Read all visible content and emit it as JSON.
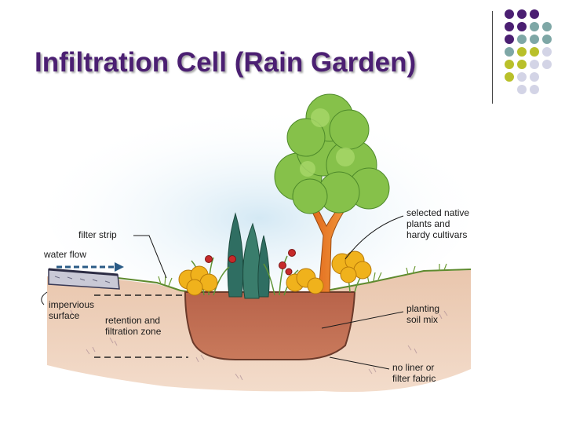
{
  "slide": {
    "title": "Infiltration Cell (Rain Garden)"
  },
  "diagram": {
    "labels": {
      "water_flow": "water flow",
      "filter_strip": "filter strip",
      "impervious_surface": [
        "impervious",
        "surface"
      ],
      "retention_zone": [
        "retention and",
        "filtration zone"
      ],
      "native_plants": [
        "selected native",
        "plants and",
        "hardy cultivars"
      ],
      "planting_soil": [
        "planting",
        "soil mix"
      ],
      "no_liner": [
        "no liner or",
        "filter fabric"
      ]
    }
  },
  "colors": {
    "title": "#4b1f72",
    "accent_purple": "#4b1f72",
    "accent_teal": "#7ea7a6",
    "accent_olive": "#b9c02a",
    "accent_lavender": "#d3d4e6",
    "arrow": "#2a5b86"
  }
}
